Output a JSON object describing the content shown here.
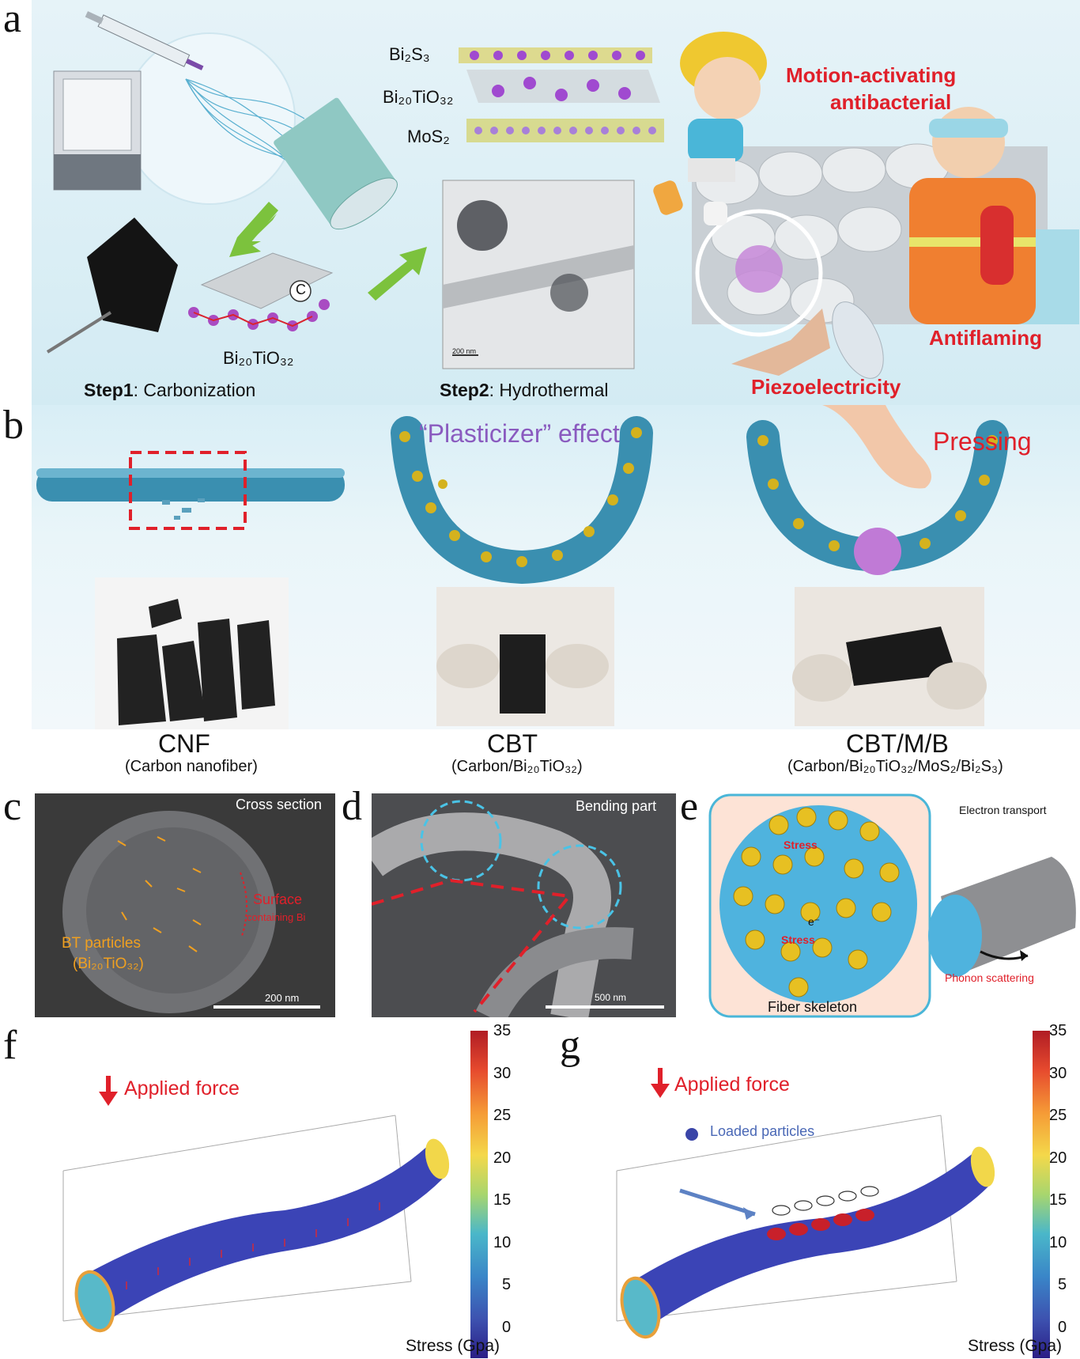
{
  "panel_a": {
    "letter": "a",
    "layers": [
      "Bi₂S₃",
      "Bi₂₀TiO₃₂",
      "MoS₂"
    ],
    "c_label": "C",
    "bito_label": "Bi₂₀TiO₃₂",
    "step1_bold": "Step1",
    "step1_text": ": Carbonization",
    "step2_bold": "Step2",
    "step2_text": ": Hydrothermal",
    "scale": "200 nm",
    "motion1": "Motion-activating",
    "motion2": "antibacterial",
    "antiflaming": "Antiflaming",
    "piezo": "Piezoelectricity"
  },
  "panel_b": {
    "letter": "b",
    "plasticizer": "“Plasticizer” effect",
    "pressing": "Pressing",
    "cnf": "CNF",
    "cnf_sub": "(Carbon nanofiber)",
    "cbt": "CBT",
    "cbt_sub": "(Carbon/Bi₂₀TiO₃₂)",
    "cbtmb": "CBT/M/B",
    "cbtmb_sub": "(Carbon/Bi₂₀TiO₃₂/MoS₂/Bi₂S₃)"
  },
  "panel_c": {
    "letter": "c",
    "title": "Cross section",
    "surface1": "Surface",
    "surface2": "containing  Bi",
    "bt1": "BT particles",
    "bt2": "(Bi₂₀TiO₃₂)",
    "scale": "200 nm"
  },
  "panel_d": {
    "letter": "d",
    "title": "Bending part",
    "scale": "500 nm"
  },
  "panel_e": {
    "letter": "e",
    "electron": "Electron transport",
    "stress1": "Stress",
    "stress2": "Stress",
    "phonon": "Phonon scattering",
    "skeleton": "Fiber skeleton",
    "e_minus": "e⁻"
  },
  "panel_f": {
    "letter": "f",
    "force": "Applied force",
    "ticks": [
      "35",
      "30",
      "25",
      "20",
      "15",
      "10",
      "5",
      "0"
    ],
    "cbar_label": "Stress (Gpa)"
  },
  "panel_g": {
    "letter": "g",
    "force": "Applied force",
    "particles": "Loaded particles",
    "ticks": [
      "35",
      "30",
      "25",
      "20",
      "15",
      "10",
      "5",
      "0"
    ],
    "cbar_label": "Stress (Gpa)"
  },
  "colors": {
    "red": "#e0202a",
    "purple": "#8a5bbf",
    "fiber_blue": "#3a8fb0",
    "orange_label": "#f0a020"
  }
}
